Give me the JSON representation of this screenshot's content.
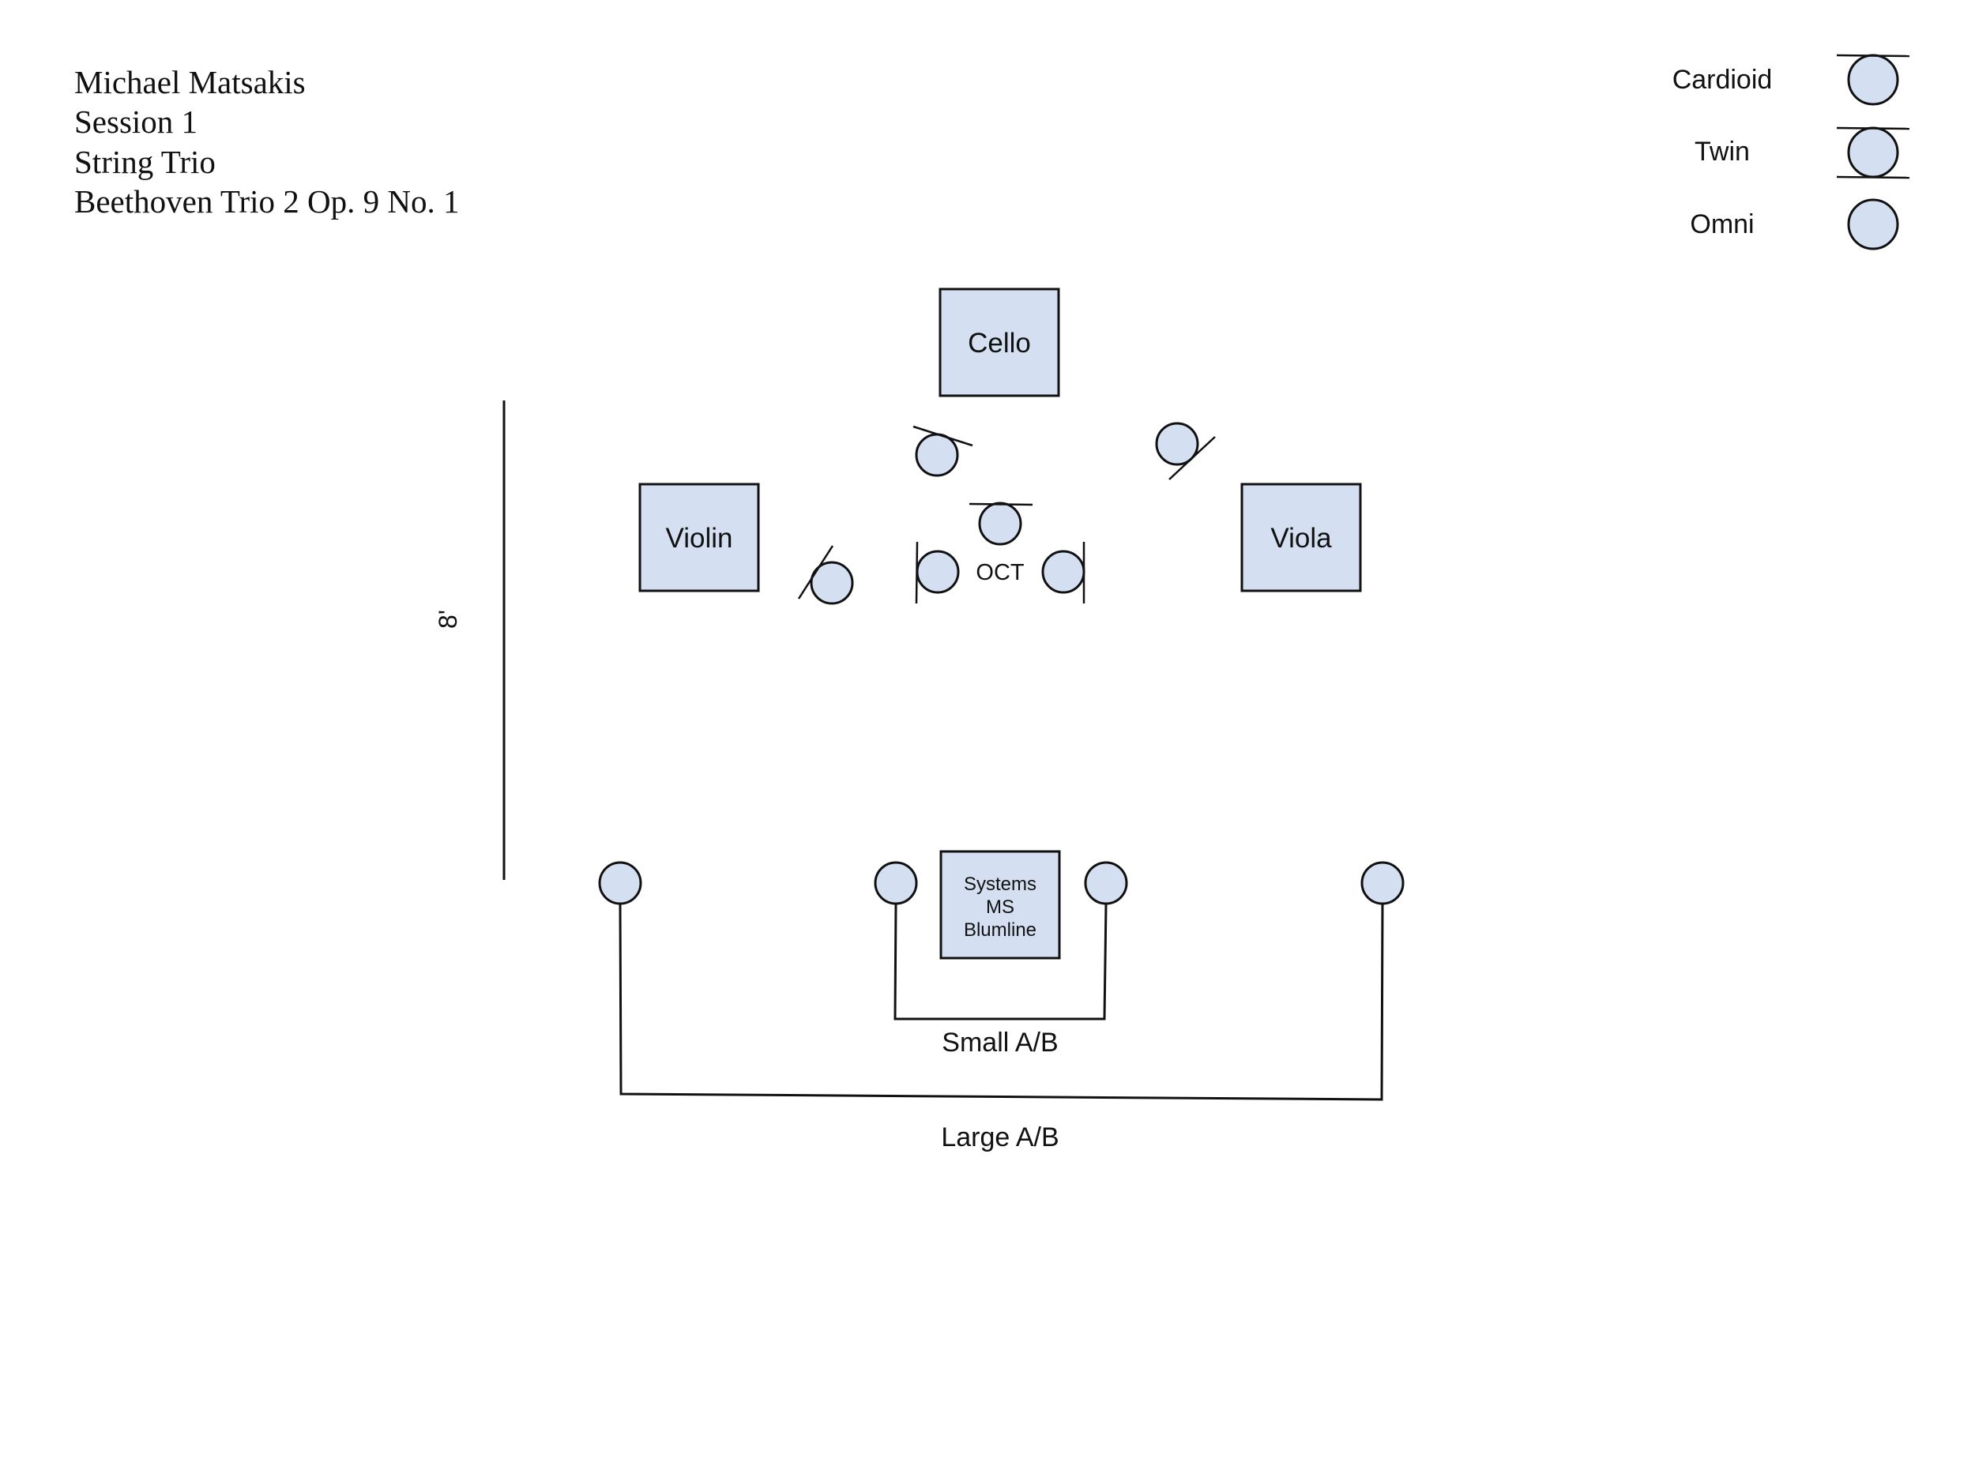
{
  "header": {
    "lines": [
      "Michael Matsakis",
      "Session 1",
      "String Trio",
      "Beethoven Trio 2 Op. 9 No. 1"
    ]
  },
  "legend": {
    "items": [
      {
        "label": "Cardioid",
        "type": "cardioid"
      },
      {
        "label": "Twin",
        "type": "twin"
      },
      {
        "label": "Omni",
        "type": "omni"
      }
    ]
  },
  "instruments": {
    "cello": "Cello",
    "violin": "Violin",
    "viola": "Viola",
    "systems_lines": [
      "Systems",
      "MS",
      "Blumline"
    ]
  },
  "labels": {
    "oct": "OCT",
    "distance": "8'",
    "small_ab": "Small A/B",
    "large_ab": "Large A/B"
  },
  "colors": {
    "fill": "#d4e0f1",
    "stroke": "#111111"
  }
}
